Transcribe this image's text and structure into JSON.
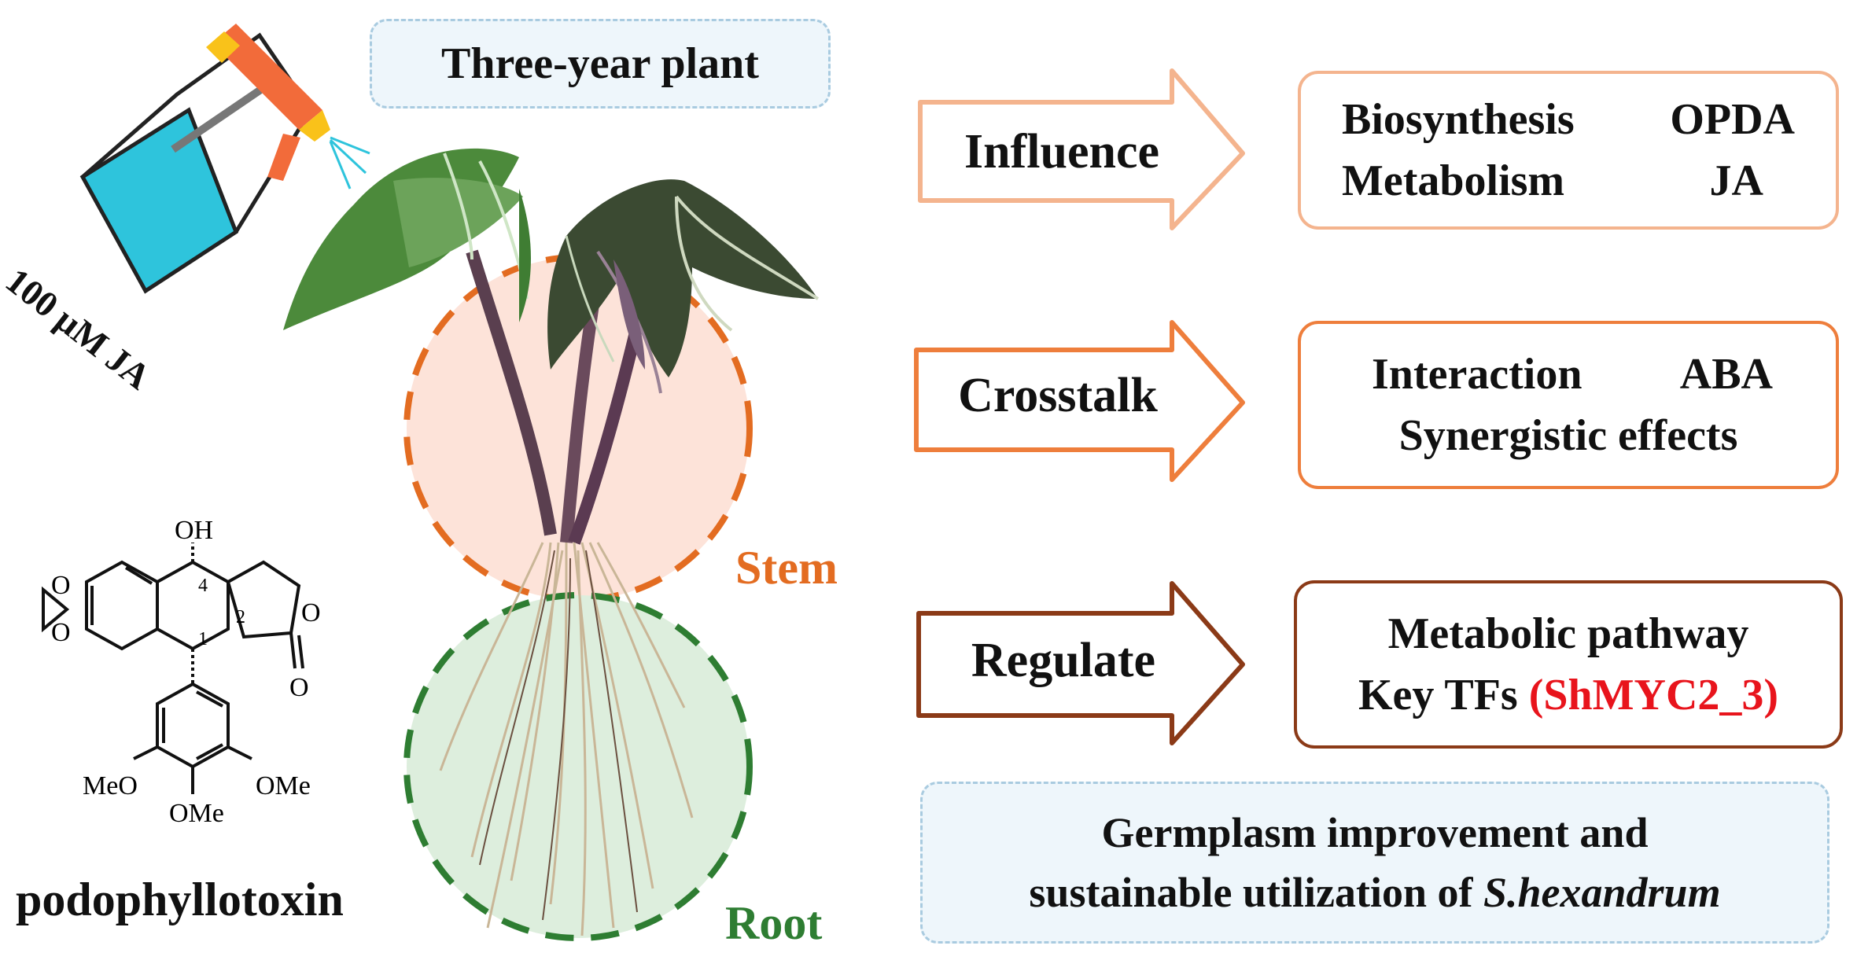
{
  "title": "Three-year plant",
  "treatment_label": "100 μM JA",
  "compound_name": "podophyllotoxin",
  "chem_labels": {
    "oh": "OH",
    "n4": "4",
    "n2": "2",
    "n1": "1",
    "o_ring1": "O",
    "o_ring2": "O",
    "o_lactone": "O",
    "o_carbonyl": "O",
    "meo": "MeO",
    "ome_right": "OMe",
    "ome_bottom": "OMe"
  },
  "tissues": {
    "stem": "Stem",
    "root": "Root"
  },
  "effects": [
    {
      "verb": "Influence",
      "lines": [
        [
          "Biosynthesis",
          "OPDA"
        ],
        [
          "Metabolism",
          "JA"
        ]
      ],
      "color": "#f4b48e"
    },
    {
      "verb": "Crosstalk",
      "lines": [
        [
          "Interaction",
          "ABA"
        ],
        [
          "Synergistic effects"
        ]
      ],
      "color": "#ee7e3c"
    },
    {
      "verb": "Regulate",
      "line1": "Metabolic pathway",
      "line2_prefix": "Key TFs",
      "line2_highlight": "(ShMYC2_3)",
      "color": "#8b3a17",
      "highlight_color": "#e8141c"
    }
  ],
  "goal": {
    "text1": "Germplasm improvement and",
    "text2": "sustainable utilization of",
    "species": "S.hexandrum"
  },
  "colors": {
    "stem_circle": "#fde3d9",
    "stem_border": "#e36c21",
    "root_circle": "#ddeedd",
    "root_border": "#2e7d32",
    "dashed_border": "#a9cbe0",
    "dashed_fill": "#eef6fb"
  }
}
